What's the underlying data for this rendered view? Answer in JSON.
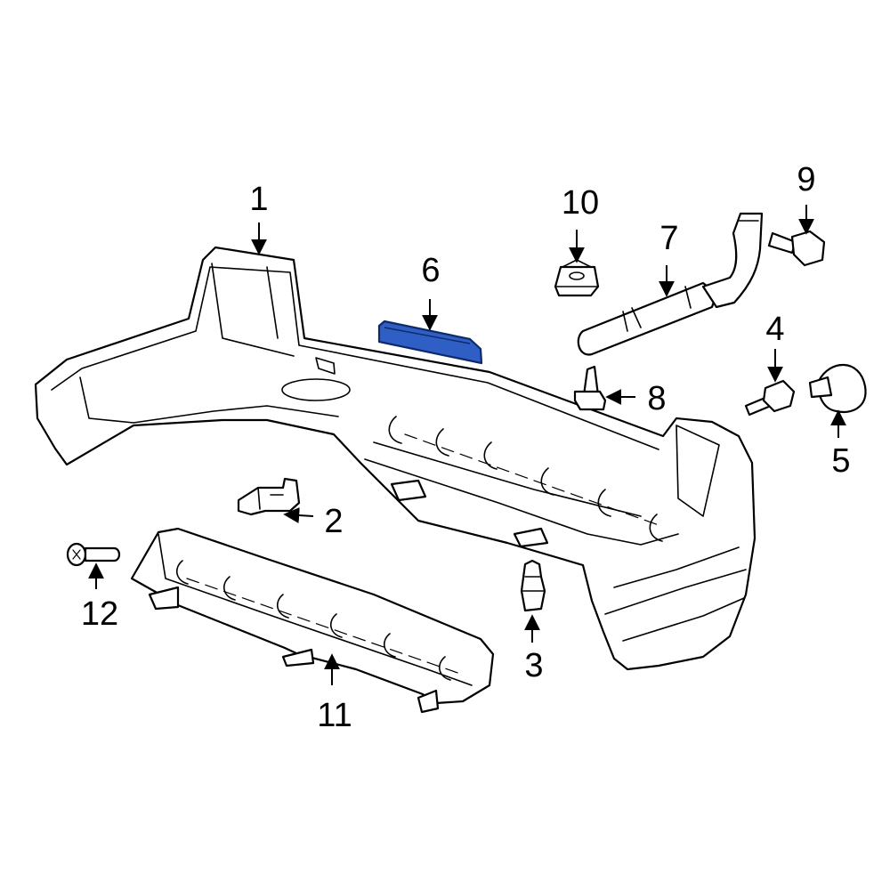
{
  "colors": {
    "line": "#000000",
    "background": "#ffffff",
    "highlight_fill": "#2f5fc4",
    "highlight_stroke": "#0d2a6b"
  },
  "highlighted_part": "6",
  "callouts": [
    {
      "id": "c1",
      "label": "1"
    },
    {
      "id": "c2",
      "label": "2"
    },
    {
      "id": "c3",
      "label": "3"
    },
    {
      "id": "c4",
      "label": "4"
    },
    {
      "id": "c5",
      "label": "5"
    },
    {
      "id": "c6",
      "label": "6"
    },
    {
      "id": "c7",
      "label": "7"
    },
    {
      "id": "c8",
      "label": "8"
    },
    {
      "id": "c9",
      "label": "9"
    },
    {
      "id": "c10",
      "label": "10"
    },
    {
      "id": "c11",
      "label": "11"
    },
    {
      "id": "c12",
      "label": "12"
    }
  ]
}
